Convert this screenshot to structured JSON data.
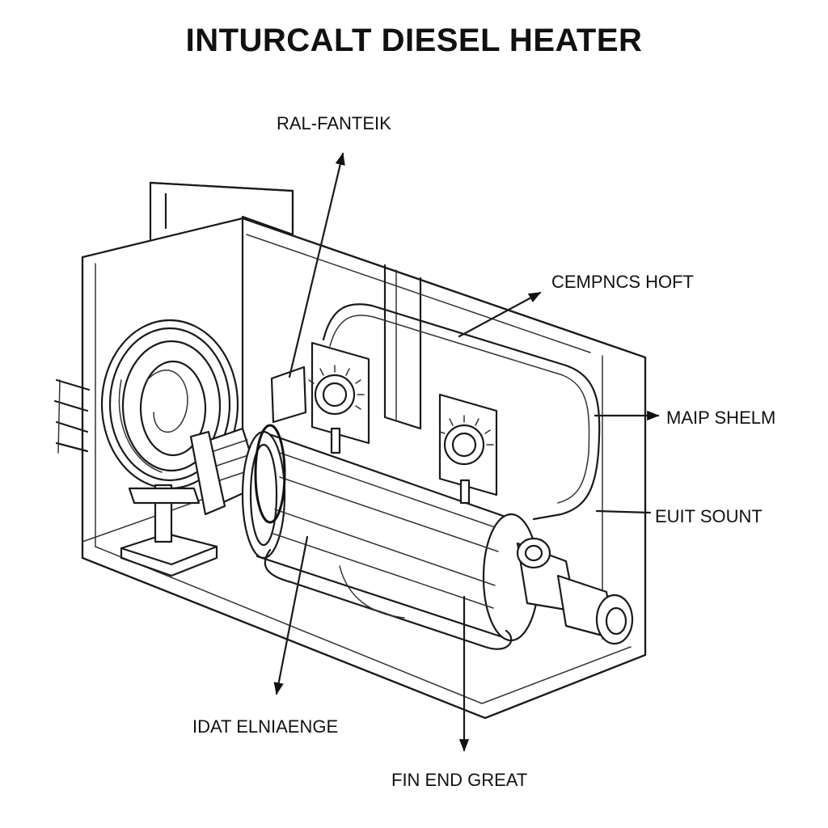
{
  "title": "INTURCALT DIESEL HEATER",
  "labels": {
    "top": "RAL-FANTEIK",
    "upper_right": "CEMPNCS HOFT",
    "right_mid": "MAIP SHELM",
    "right_low": "EUIT SOUNT",
    "bottom_left": "IDAT ELNIAENGE",
    "bottom": "FIN END GREAT"
  },
  "colors": {
    "ink": "#111111",
    "paper": "#ffffff"
  }
}
